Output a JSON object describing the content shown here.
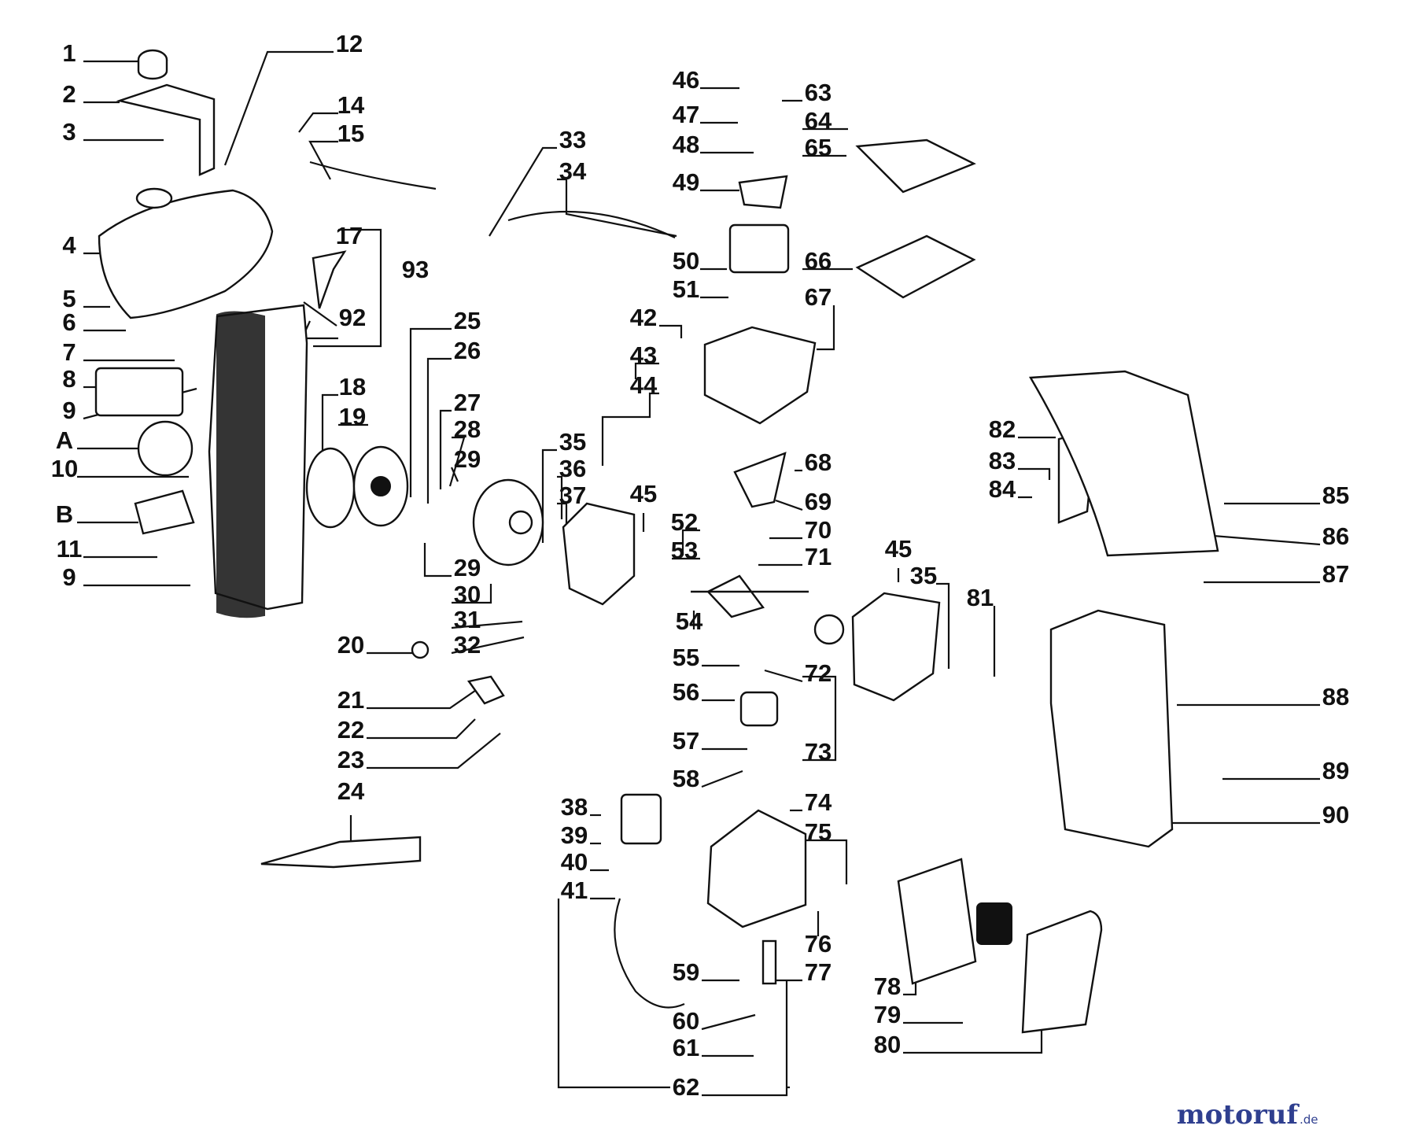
{
  "labels": [
    "1",
    "2",
    "3",
    "4",
    "5",
    "6",
    "7",
    "8",
    "9",
    "A",
    "10",
    "B",
    "11",
    "9",
    "12",
    "14",
    "15",
    "17",
    "93",
    "92",
    "18",
    "19",
    "25",
    "26",
    "27",
    "28",
    "29",
    "35",
    "36",
    "37",
    "29",
    "30",
    "31",
    "32",
    "33",
    "34",
    "20",
    "21",
    "22",
    "23",
    "24",
    "42",
    "43",
    "44",
    "45",
    "52",
    "53",
    "46",
    "47",
    "48",
    "49",
    "50",
    "51",
    "63",
    "64",
    "65",
    "66",
    "67",
    "68",
    "69",
    "70",
    "71",
    "45",
    "35",
    "81",
    "54",
    "55",
    "72",
    "56",
    "73",
    "57",
    "58",
    "74",
    "75",
    "76",
    "77",
    "59",
    "60",
    "61",
    "62",
    "38",
    "39",
    "40",
    "41",
    "78",
    "79",
    "80",
    "82",
    "83",
    "84",
    "85",
    "86",
    "87",
    "88",
    "89",
    "90"
  ],
  "watermark": {
    "brand": "motoruf",
    "tld": ".de",
    "brand_color": "#2f3f8f"
  }
}
